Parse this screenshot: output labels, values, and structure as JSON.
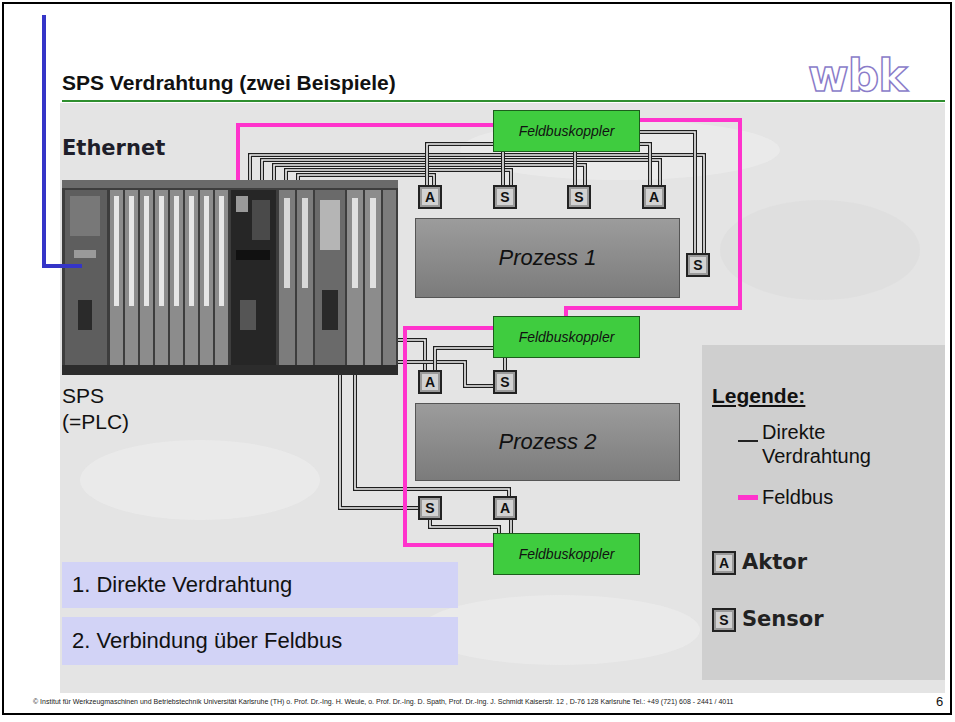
{
  "diagram": {
    "title": "SPS Verdrahtung (zwei Beispiele)",
    "nodes": [
      {
        "text": [
          "SPS (=PLC)"
        ]
      },
      {
        "text": [
          "Feldbuskoppler"
        ]
      },
      {
        "text": [
          "A"
        ]
      },
      {
        "text": [
          "S"
        ]
      },
      {
        "text": [
          "S"
        ]
      },
      {
        "text": [
          "A"
        ]
      },
      {
        "text": [
          "Prozess 1"
        ]
      },
      {
        "text": [
          "S"
        ]
      },
      {
        "text": [
          "Feldbuskoppler"
        ]
      },
      {
        "text": [
          "A"
        ]
      },
      {
        "text": [
          "S"
        ]
      },
      {
        "text": [
          "Prozess 2"
        ]
      },
      {
        "text": [
          "S"
        ]
      },
      {
        "text": [
          "A"
        ]
      },
      {
        "text": [
          "Feldbuskoppler"
        ]
      },
      {
        "text": [
          "1. Direkte Verdrahtung"
        ]
      },
      {
        "text": [
          "2. Verbindung über Feldbus"
        ]
      }
    ],
    "edges": [
      {
        "from": 0,
        "to": 1,
        "arrow": "none"
      },
      {
        "from": 1,
        "to": 8,
        "arrow": "none"
      },
      {
        "from": 8,
        "to": 14,
        "arrow": "none"
      },
      {
        "from": 0,
        "to": 2,
        "arrow": "none"
      },
      {
        "from": 0,
        "to": 3,
        "arrow": "none"
      },
      {
        "from": 0,
        "to": 4,
        "arrow": "none"
      },
      {
        "from": 0,
        "to": 5,
        "arrow": "none"
      },
      {
        "from": 0,
        "to": 7,
        "arrow": "none"
      },
      {
        "from": 1,
        "to": 2,
        "arrow": "none"
      },
      {
        "from": 1,
        "to": 3,
        "arrow": "none"
      },
      {
        "from": 1,
        "to": 4,
        "arrow": "none"
      },
      {
        "from": 1,
        "to": 5,
        "arrow": "none"
      },
      {
        "from": 1,
        "to": 7,
        "arrow": "none"
      },
      {
        "from": 0,
        "to": 9,
        "arrow": "none"
      },
      {
        "from": 0,
        "to": 10,
        "arrow": "none"
      },
      {
        "from": 8,
        "to": 9,
        "arrow": "none"
      },
      {
        "from": 8,
        "to": 10,
        "arrow": "none"
      },
      {
        "from": 0,
        "to": 12,
        "arrow": "none"
      },
      {
        "from": 0,
        "to": 13,
        "arrow": "none"
      },
      {
        "from": 14,
        "to": 12,
        "arrow": "none"
      },
      {
        "from": 14,
        "to": 13,
        "arrow": "none"
      }
    ],
    "labels": [
      "wbk",
      "Ethernet",
      "Legende:",
      "A",
      "S",
      "© Institut für Werkzeugmaschinen und Betriebstechnik Universität Karlsruhe (TH) o. Prof. Dr.-Ing. H. Weule, o. Prof. Dr.-Ing. D. Spath, Prof. Dr.-Ing. J. Schmidt Kaiserstr. 12 , D-76 128 Karlsruhe Tel.: +49 (721) 608 - 2441 / 4011",
      "6"
    ],
    "legend": [
      {
        "text": "Direkte Verdrahtung"
      },
      {
        "text": "Feldbus",
        "color": "#ff33cc"
      },
      {
        "text": "Aktor"
      },
      {
        "text": "Sensor"
      }
    ]
  }
}
